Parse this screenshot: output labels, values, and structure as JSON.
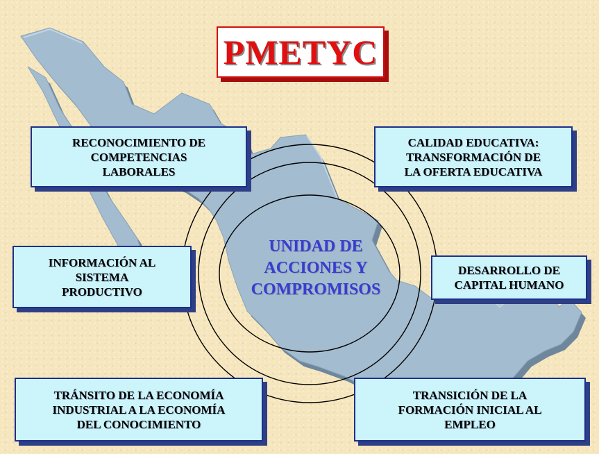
{
  "title": "PMETYC",
  "center": {
    "line1": "UNIDAD DE",
    "line2": "ACCIONES Y",
    "line3": "COMPROMISOS"
  },
  "boxes": {
    "reconocimiento": {
      "line1": "RECONOCIMIENTO DE",
      "line2": "COMPETENCIAS",
      "line3": "LABORALES"
    },
    "calidad": {
      "line1": "CALIDAD EDUCATIVA:",
      "line2": "TRANSFORMACIÓN DE",
      "line3": "LA OFERTA EDUCATIVA"
    },
    "informacion": {
      "line1": "INFORMACIÓN AL",
      "line2": "SISTEMA",
      "line3": "PRODUCTIVO"
    },
    "desarrollo": {
      "line1": "DESARROLLO DE",
      "line2": "CAPITAL HUMANO"
    },
    "transito": {
      "line1": "TRÁNSITO DE LA ECONOMÍA",
      "line2": "INDUSTRIAL A LA ECONOMÍA",
      "line3": "DEL CONOCIMIENTO"
    },
    "transicion": {
      "line1": "TRANSICIÓN DE LA",
      "line2": "FORMACIÓN INICIAL AL",
      "line3": "EMPLEO"
    }
  },
  "colors": {
    "background": "#f6e6be",
    "box_fill": "#ccf4fb",
    "box_border": "#1d2f8a",
    "title_red": "#e01010",
    "center_text": "#3a3ccf",
    "map_fill": "#9fb8cb",
    "map_edge": "#6e879c",
    "rings": "#000000"
  }
}
